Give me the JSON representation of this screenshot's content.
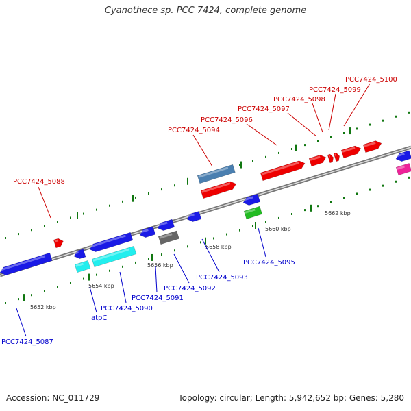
{
  "title": "Cyanothece sp. PCC 7424, complete genome",
  "footer": {
    "accession": "Accession: NC_011729",
    "genome_info": "Topology: circular; Length: 5,942,652 bp; Genes: 5,280"
  },
  "colors": {
    "red": "#ee0000",
    "blue": "#1a1ae6",
    "cyan": "#22eeee",
    "green": "#22bb22",
    "steel": "#4a7fb0",
    "gray": "#666666",
    "magenta": "#ee2299",
    "label_red": "#cc0000",
    "label_blue": "#0000cc",
    "tick": "#117711"
  },
  "ticks": [
    {
      "label": "5652 kbp"
    },
    {
      "label": "5654 kbp"
    },
    {
      "label": "5656 kbp"
    },
    {
      "label": "5658 kbp"
    },
    {
      "label": "5660 kbp"
    },
    {
      "label": "5662 kbp"
    }
  ],
  "genes": [
    {
      "name": "PCC7424_5088",
      "strand": "top",
      "color": "red"
    },
    {
      "name": "PCC7424_5094",
      "strand": "top",
      "color": "red"
    },
    {
      "name": "PCC7424_5096",
      "strand": "top",
      "color": "red"
    },
    {
      "name": "PCC7424_5097",
      "strand": "top",
      "color": "red"
    },
    {
      "name": "PCC7424_5098",
      "strand": "top",
      "color": "red"
    },
    {
      "name": "PCC7424_5099",
      "strand": "top",
      "color": "red"
    },
    {
      "name": "PCC7424_5100",
      "strand": "top",
      "color": "red"
    },
    {
      "name": "PCC7424_5087",
      "strand": "bottom",
      "color": "blue"
    },
    {
      "name": "atpC",
      "strand": "bottom",
      "color": "blue"
    },
    {
      "name": "PCC7424_5090",
      "strand": "bottom",
      "color": "blue"
    },
    {
      "name": "PCC7424_5091",
      "strand": "bottom",
      "color": "blue"
    },
    {
      "name": "PCC7424_5092",
      "strand": "bottom",
      "color": "blue"
    },
    {
      "name": "PCC7424_5093",
      "strand": "bottom",
      "color": "blue"
    },
    {
      "name": "PCC7424_5095",
      "strand": "bottom",
      "color": "blue"
    }
  ]
}
